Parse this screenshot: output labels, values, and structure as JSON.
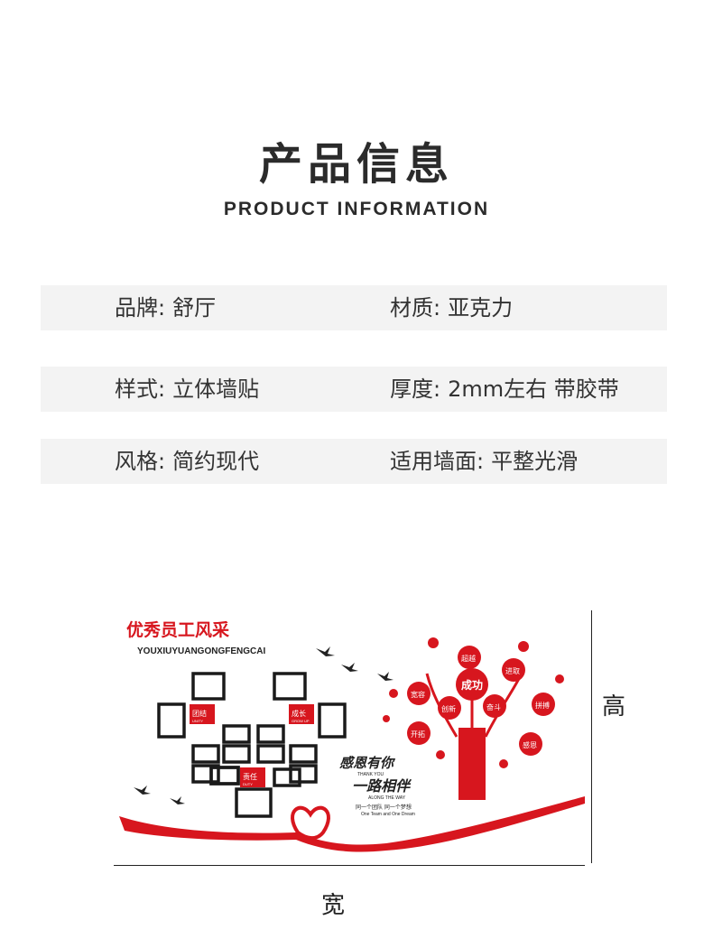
{
  "header": {
    "title_cn": "产品信息",
    "title_en": "PRODUCT INFORMATION"
  },
  "specs": [
    {
      "left": {
        "label": "品牌:",
        "value": "舒厅"
      },
      "right": {
        "label": "材质:",
        "value": "亚克力"
      }
    },
    {
      "left": {
        "label": "样式:",
        "value": "立体墙贴"
      },
      "right": {
        "label": "厚度:",
        "value": "2mm左右 带胶带"
      }
    },
    {
      "left": {
        "label": "风格:",
        "value": "简约现代"
      },
      "right": {
        "label": "适用墙面:",
        "value": "平整光滑"
      }
    }
  ],
  "preview": {
    "title": "优秀员工风采",
    "subtitle": "YOUXIUYUANGONGFENGCAI",
    "slogan1": "感恩有你",
    "slogan1_en": "THANK YOU",
    "slogan2": "一路相伴",
    "slogan2_en": "ALONG THE WAY",
    "motto": "同一个团队  同一个梦想",
    "motto_en": "One Team and One Dream",
    "badges": [
      "团结",
      "成长",
      "责任"
    ],
    "badges_en": [
      "UNITY",
      "GROW UP",
      "DUTY"
    ],
    "tree_center": "成功",
    "tree_words": [
      "超越",
      "宽容",
      "进取",
      "创新",
      "奋斗",
      "拼搏",
      "开拓",
      "感恩"
    ],
    "colors": {
      "accent": "#d7161e",
      "frame": "#1a1a1a"
    }
  },
  "dimensions": {
    "height_label": "高",
    "width_label": "宽"
  }
}
